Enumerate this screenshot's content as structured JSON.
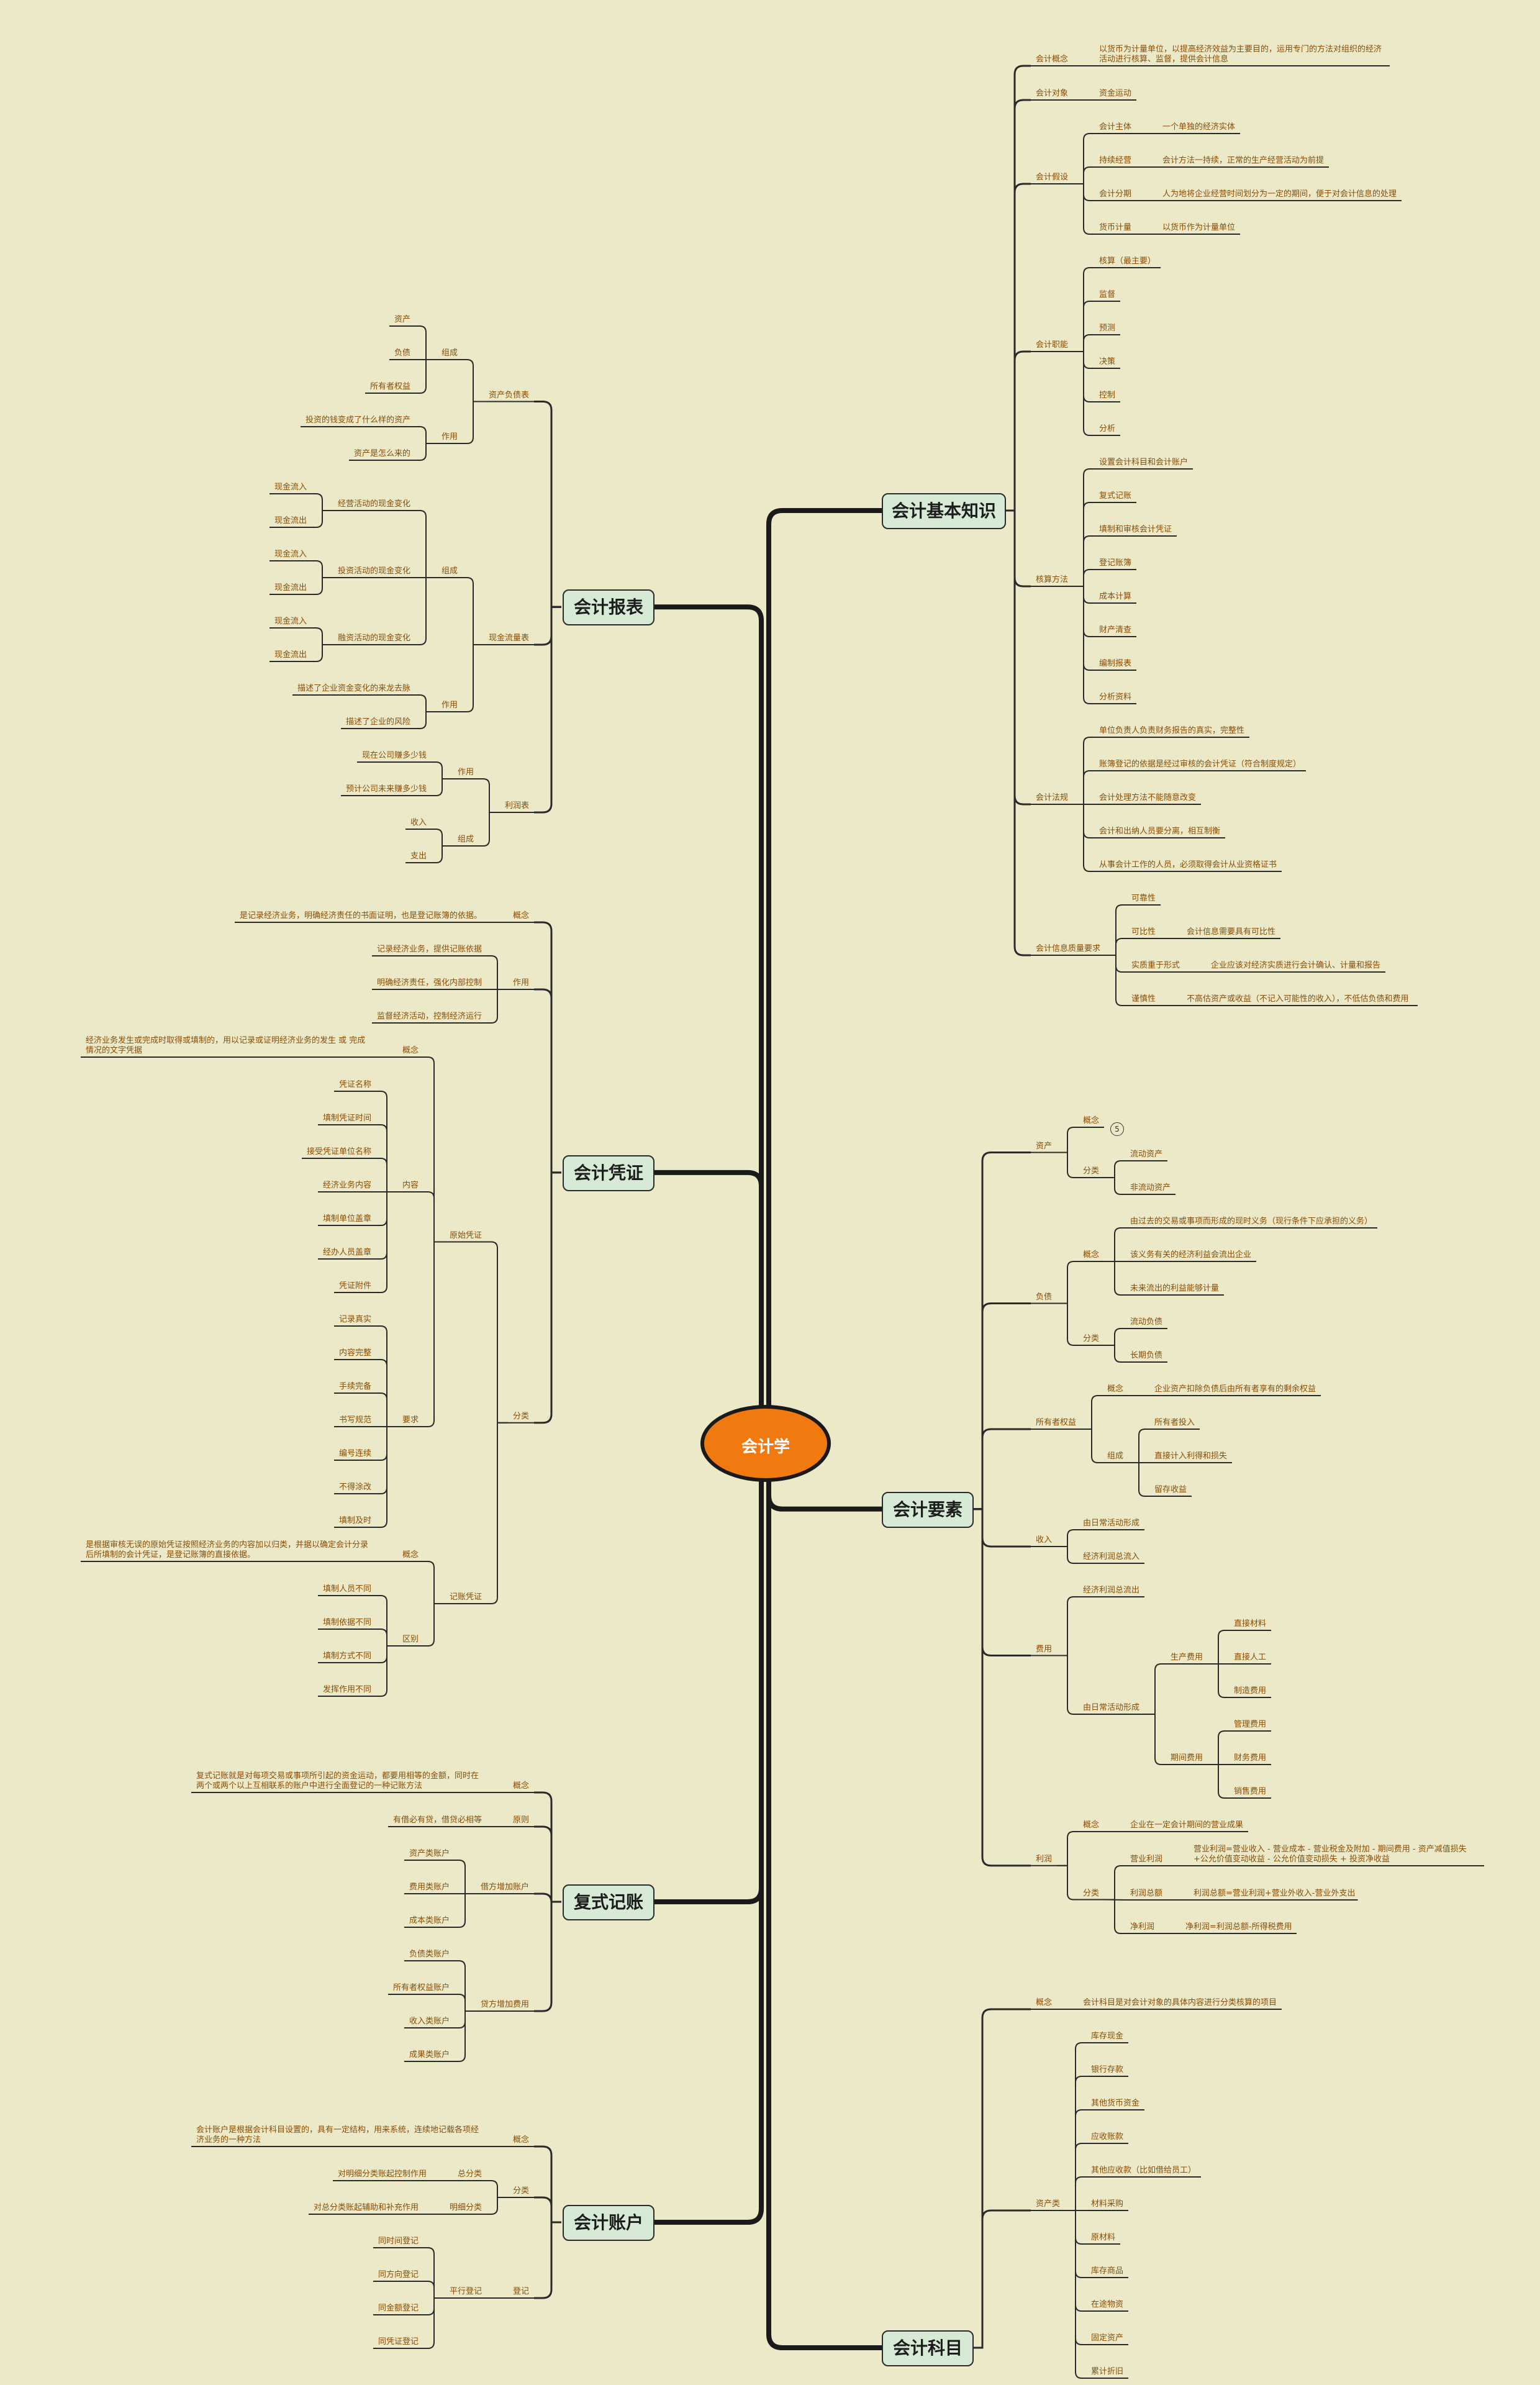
{
  "root": "会计学",
  "right": [
    {
      "label": "会计基本知识",
      "children": [
        {
          "label": "会计概念",
          "children": [
            {
              "label": "以货币为计量单位，以提高经济效益为主要目的，运用专门的方法对组织的经济活动进行核算、监督，提供会计信息"
            }
          ]
        },
        {
          "label": "会计对象",
          "children": [
            {
              "label": "资金运动"
            }
          ]
        },
        {
          "label": "会计假设",
          "children": [
            {
              "label": "会计主体",
              "children": [
                {
                  "label": "一个单独的经济实体"
                }
              ]
            },
            {
              "label": "持续经营",
              "children": [
                {
                  "label": "会计方法一持续，正常的生产经营活动为前提"
                }
              ]
            },
            {
              "label": "会计分期",
              "children": [
                {
                  "label": "人为地将企业经营时间划分为一定的期间，便于对会计信息的处理"
                }
              ]
            },
            {
              "label": "货币计量",
              "children": [
                {
                  "label": "以货币作为计量单位"
                }
              ]
            }
          ]
        },
        {
          "label": "会计职能",
          "children": [
            {
              "label": "核算（最主要）"
            },
            {
              "label": "监督"
            },
            {
              "label": "预测"
            },
            {
              "label": "决策"
            },
            {
              "label": "控制"
            },
            {
              "label": "分析"
            }
          ]
        },
        {
          "label": "核算方法",
          "children": [
            {
              "label": "设置会计科目和会计账户"
            },
            {
              "label": "复式记账"
            },
            {
              "label": "填制和审核会计凭证"
            },
            {
              "label": "登记账簿"
            },
            {
              "label": "成本计算"
            },
            {
              "label": "财产清查"
            },
            {
              "label": "编制报表"
            },
            {
              "label": "分析资料"
            }
          ]
        },
        {
          "label": "会计法规",
          "children": [
            {
              "label": "单位负责人负责财务报告的真实，完整性"
            },
            {
              "label": "账簿登记的依据是经过审核的会计凭证（符合制度规定）"
            },
            {
              "label": "会计处理方法不能随意改变"
            },
            {
              "label": "会计和出纳人员要分离，相互制衡"
            },
            {
              "label": "从事会计工作的人员，必须取得会计从业资格证书"
            }
          ]
        },
        {
          "label": "会计信息质量要求",
          "children": [
            {
              "label": "可靠性"
            },
            {
              "label": "可比性",
              "children": [
                {
                  "label": "会计信息需要具有可比性"
                }
              ]
            },
            {
              "label": "实质重于形式",
              "children": [
                {
                  "label": "企业应该对经济实质进行会计确认、计量和报告"
                }
              ]
            },
            {
              "label": "谨慎性",
              "children": [
                {
                  "label": "不高估资产或收益（不记入可能性的收入），不低估负债和费用"
                }
              ]
            }
          ]
        }
      ]
    },
    {
      "label": "会计要素",
      "children": [
        {
          "label": "资产",
          "children": [
            {
              "label": "概念",
              "badge": "5"
            },
            {
              "label": "分类",
              "children": [
                {
                  "label": "流动资产"
                },
                {
                  "label": "非流动资产"
                }
              ]
            }
          ]
        },
        {
          "label": "负债",
          "children": [
            {
              "label": "概念",
              "children": [
                {
                  "label": "由过去的交易或事项而形成的现时义务（现行条件下应承担的义务）"
                },
                {
                  "label": "该义务有关的经济利益会流出企业"
                },
                {
                  "label": "未来流出的利益能够计量"
                }
              ]
            },
            {
              "label": "分类",
              "children": [
                {
                  "label": "流动负债"
                },
                {
                  "label": "长期负债"
                }
              ]
            }
          ]
        },
        {
          "label": "所有者权益",
          "children": [
            {
              "label": "概念",
              "children": [
                {
                  "label": "企业资产扣除负债后由所有者享有的剩余权益"
                }
              ]
            },
            {
              "label": "组成",
              "children": [
                {
                  "label": "所有者投入"
                },
                {
                  "label": "直接计入利得和损失"
                },
                {
                  "label": "留存收益"
                }
              ]
            }
          ]
        },
        {
          "label": "收入",
          "children": [
            {
              "label": "由日常活动形成"
            },
            {
              "label": "经济利润总流入"
            }
          ]
        },
        {
          "label": "费用",
          "children": [
            {
              "label": "经济利润总流出"
            },
            {
              "label": "由日常活动形成",
              "children": [
                {
                  "label": "生产费用",
                  "children": [
                    {
                      "label": "直接材料"
                    },
                    {
                      "label": "直接人工"
                    },
                    {
                      "label": "制造费用"
                    }
                  ]
                },
                {
                  "label": "期间费用",
                  "children": [
                    {
                      "label": "管理费用"
                    },
                    {
                      "label": "财务费用"
                    },
                    {
                      "label": "销售费用"
                    }
                  ]
                }
              ]
            }
          ]
        },
        {
          "label": "利润",
          "children": [
            {
              "label": "概念",
              "children": [
                {
                  "label": "企业在一定会计期间的营业成果"
                }
              ]
            },
            {
              "label": "分类",
              "children": [
                {
                  "label": "营业利润",
                  "children": [
                    {
                      "label": "营业利润=营业收入 - 营业成本 - 营业税金及附加 - 期间费用 - 资产减值损失+公允价值变动收益 - 公允价值变动损失 + 投资净收益"
                    }
                  ]
                },
                {
                  "label": "利润总额",
                  "children": [
                    {
                      "label": "利润总额=营业利润+营业外收入-营业外支出"
                    }
                  ]
                },
                {
                  "label": "净利润",
                  "children": [
                    {
                      "label": "净利润=利润总额-所得税费用"
                    }
                  ]
                }
              ]
            }
          ]
        }
      ]
    },
    {
      "label": "会计科目",
      "children": [
        {
          "label": "概念",
          "children": [
            {
              "label": "会计科目是对会计对象的具体内容进行分类核算的项目"
            }
          ]
        },
        {
          "label": "资产类",
          "children": [
            {
              "label": "库存现金"
            },
            {
              "label": "银行存款"
            },
            {
              "label": "其他货币资金"
            },
            {
              "label": "应收账款"
            },
            {
              "label": "其他应收款（比如借给员工）"
            },
            {
              "label": "材料采购"
            },
            {
              "label": "原材料"
            },
            {
              "label": "库存商品"
            },
            {
              "label": "在途物资"
            },
            {
              "label": "固定资产"
            },
            {
              "label": "累计折旧"
            }
          ]
        }
      ]
    }
  ],
  "left": [
    {
      "label": "会计报表",
      "children": [
        {
          "label": "资产负债表",
          "children": [
            {
              "label": "组成",
              "children": [
                {
                  "label": "资产"
                },
                {
                  "label": "负债"
                },
                {
                  "label": "所有者权益"
                }
              ]
            },
            {
              "label": "作用",
              "children": [
                {
                  "label": "投资的钱变成了什么样的资产"
                },
                {
                  "label": "资产是怎么来的"
                }
              ]
            }
          ]
        },
        {
          "label": "现金流量表",
          "children": [
            {
              "label": "组成",
              "children": [
                {
                  "label": "经营活动的现金变化",
                  "children": [
                    {
                      "label": "现金流入"
                    },
                    {
                      "label": "现金流出"
                    }
                  ]
                },
                {
                  "label": "投资活动的现金变化",
                  "children": [
                    {
                      "label": "现金流入"
                    },
                    {
                      "label": "现金流出"
                    }
                  ]
                },
                {
                  "label": "融资活动的现金变化",
                  "children": [
                    {
                      "label": "现金流入"
                    },
                    {
                      "label": "现金流出"
                    }
                  ]
                }
              ]
            },
            {
              "label": "作用",
              "children": [
                {
                  "label": "描述了企业资金变化的来龙去脉"
                },
                {
                  "label": "描述了企业的风险"
                }
              ]
            }
          ]
        },
        {
          "label": "利润表",
          "children": [
            {
              "label": "作用",
              "children": [
                {
                  "label": "现在公司赚多少钱"
                },
                {
                  "label": "预计公司未来赚多少钱"
                }
              ]
            },
            {
              "label": "组成",
              "children": [
                {
                  "label": "收入"
                },
                {
                  "label": "支出"
                }
              ]
            }
          ]
        }
      ]
    },
    {
      "label": "会计凭证",
      "children": [
        {
          "label": "概念",
          "children": [
            {
              "label": "是记录经济业务，明确经济责任的书面证明，也是登记账簿的依据。"
            }
          ]
        },
        {
          "label": "作用",
          "children": [
            {
              "label": "记录经济业务，提供记账依据"
            },
            {
              "label": "明确经济责任，强化内部控制"
            },
            {
              "label": "监督经济活动，控制经济运行"
            }
          ]
        },
        {
          "label": "分类",
          "children": [
            {
              "label": "原始凭证",
              "children": [
                {
                  "label": "概念",
                  "children": [
                    {
                      "label": "经济业务发生或完成时取得或填制的，用以记录或证明经济业务的发生  或  完成  情况的文字凭据"
                    }
                  ]
                },
                {
                  "label": "内容",
                  "children": [
                    {
                      "label": "凭证名称"
                    },
                    {
                      "label": "填制凭证时间"
                    },
                    {
                      "label": "接受凭证单位名称"
                    },
                    {
                      "label": "经济业务内容"
                    },
                    {
                      "label": "填制单位盖章"
                    },
                    {
                      "label": "经办人员盖章"
                    },
                    {
                      "label": "凭证附件"
                    }
                  ]
                },
                {
                  "label": "要求",
                  "children": [
                    {
                      "label": "记录真实"
                    },
                    {
                      "label": "内容完整"
                    },
                    {
                      "label": "手续完备"
                    },
                    {
                      "label": "书写规范"
                    },
                    {
                      "label": "编号连续"
                    },
                    {
                      "label": "不得涂改"
                    },
                    {
                      "label": "填制及时"
                    }
                  ]
                }
              ]
            },
            {
              "label": "记账凭证",
              "children": [
                {
                  "label": "概念",
                  "children": [
                    {
                      "label": "是根据审核无误的原始凭证按照经济业务的内容加以归类，并据以确定会计分录后所填制的会计凭证，是登记账簿的直接依据。"
                    }
                  ]
                },
                {
                  "label": "区别",
                  "children": [
                    {
                      "label": "填制人员不同"
                    },
                    {
                      "label": "填制依据不同"
                    },
                    {
                      "label": "填制方式不同"
                    },
                    {
                      "label": "发挥作用不同"
                    }
                  ]
                }
              ]
            }
          ]
        }
      ]
    },
    {
      "label": "复式记账",
      "children": [
        {
          "label": "概念",
          "children": [
            {
              "label": "复式记账就是对每项交易或事项所引起的资金运动，都要用相等的金额，同时在两个或两个以上互相联系的账户中进行全面登记的一种记账方法"
            }
          ]
        },
        {
          "label": "原则",
          "children": [
            {
              "label": "有借必有贷，借贷必相等"
            }
          ]
        },
        {
          "label": "借方增加账户",
          "children": [
            {
              "label": "资产类账户"
            },
            {
              "label": "费用类账户"
            },
            {
              "label": "成本类账户"
            }
          ]
        },
        {
          "label": "贷方增加费用",
          "children": [
            {
              "label": "负债类账户"
            },
            {
              "label": "所有者权益账户"
            },
            {
              "label": "收入类账户"
            },
            {
              "label": "成果类账户"
            }
          ]
        }
      ]
    },
    {
      "label": "会计账户",
      "children": [
        {
          "label": "概念",
          "children": [
            {
              "label": "会计账户是根据会计科目设置的，具有一定结构，用来系统，连续地记载各项经济业务的一种方法"
            }
          ]
        },
        {
          "label": "分类",
          "children": [
            {
              "label": "总分类",
              "children": [
                {
                  "label": "对明细分类账起控制作用"
                }
              ]
            },
            {
              "label": "明细分类",
              "children": [
                {
                  "label": "对总分类账起辅助和补充作用"
                }
              ]
            }
          ]
        },
        {
          "label": "登记",
          "children": [
            {
              "label": "平行登记",
              "children": [
                {
                  "label": "同时间登记"
                },
                {
                  "label": "同方向登记"
                },
                {
                  "label": "同金额登记"
                },
                {
                  "label": "同凭证登记"
                }
              ]
            }
          ]
        }
      ]
    }
  ]
}
